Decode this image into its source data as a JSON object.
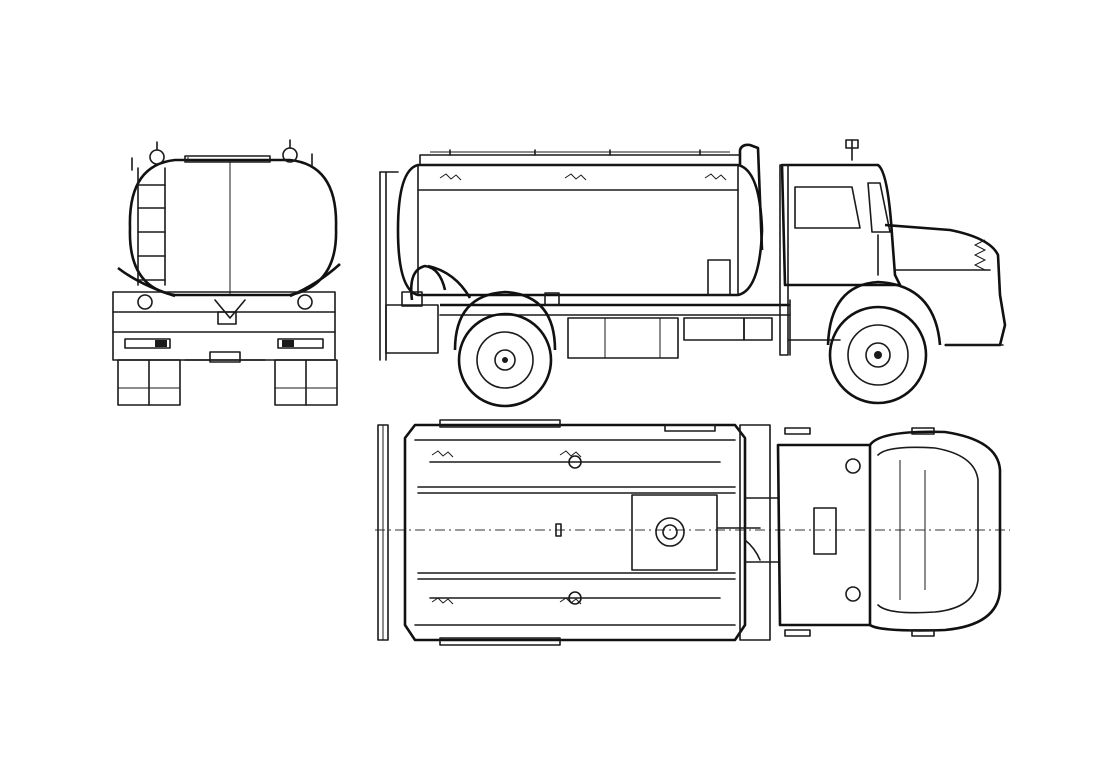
{
  "drawing": {
    "views": [
      "rear-view",
      "side-view",
      "top-view"
    ],
    "line_color": "#1a1a1a",
    "background": "#ffffff"
  }
}
